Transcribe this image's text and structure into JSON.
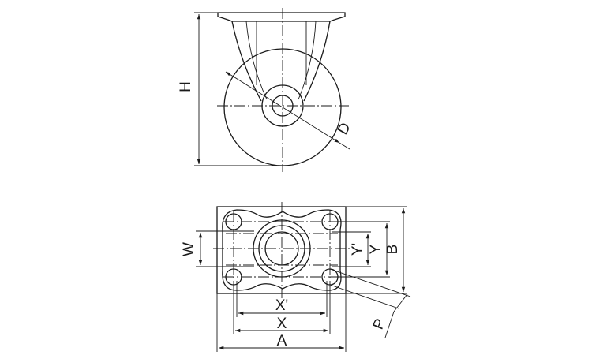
{
  "labels": {
    "H": "H",
    "D": "D",
    "W": "W",
    "Y_prime": "Y'",
    "Y": "Y",
    "B": "B",
    "X_prime": "X'",
    "X": "X",
    "A": "A",
    "P": "P"
  }
}
